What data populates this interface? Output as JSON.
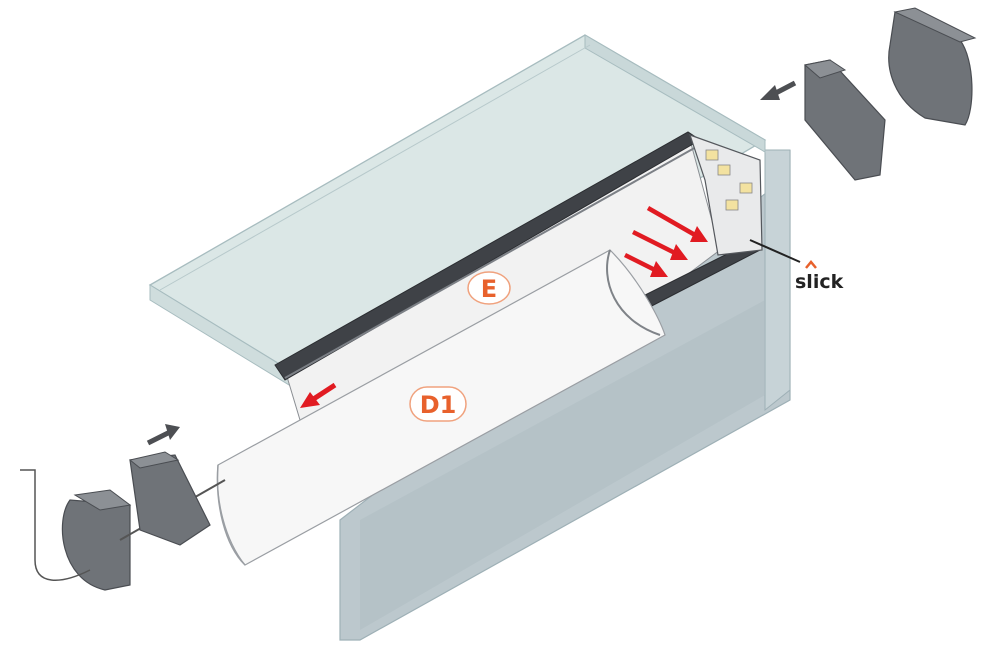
{
  "labels": {
    "profile": "E",
    "diffuser": "D1",
    "brand": "slick"
  },
  "colors": {
    "glass_fill": "#dbe7e6",
    "glass_edge": "#a7bcbf",
    "wall_fill": "#bcc8cd",
    "aluminium": "#4a4d52",
    "endcap": "#6f7378",
    "arrow_red": "#e11b22",
    "arrow_gray": "#4d4f53",
    "label_orange": "#e8612c",
    "label_ring": "#f0a27e",
    "led": "#f3e2a0"
  }
}
